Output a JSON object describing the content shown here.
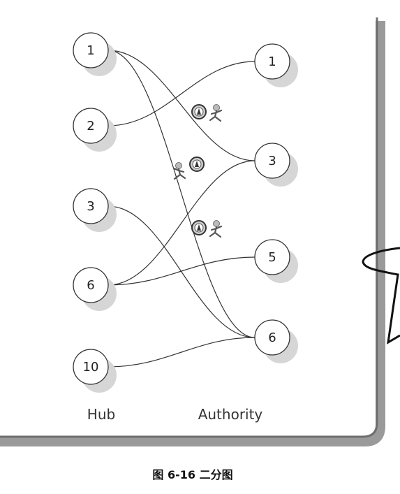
{
  "groups": {
    "hub_label": "Hub",
    "authority_label": "Authority"
  },
  "hubs": [
    {
      "id": "h1",
      "label": "1"
    },
    {
      "id": "h2",
      "label": "2"
    },
    {
      "id": "h3",
      "label": "3"
    },
    {
      "id": "h6",
      "label": "6"
    },
    {
      "id": "h10",
      "label": "10"
    }
  ],
  "authorities": [
    {
      "id": "a1",
      "label": "1"
    },
    {
      "id": "a3",
      "label": "3"
    },
    {
      "id": "a5",
      "label": "5"
    },
    {
      "id": "a6",
      "label": "6"
    }
  ],
  "edges": [
    {
      "from": "h1",
      "to": "a3"
    },
    {
      "from": "h1",
      "to": "a6"
    },
    {
      "from": "h2",
      "to": "a1"
    },
    {
      "from": "h3",
      "to": "a6"
    },
    {
      "from": "h6",
      "to": "a3"
    },
    {
      "from": "h6",
      "to": "a5"
    },
    {
      "from": "h10",
      "to": "a6"
    }
  ],
  "caption": "图 6-16   二分图",
  "colors": {
    "frame_shadow": "#8a8a8a",
    "node_shadow": "#d6d6d6",
    "stroke": "#333333"
  },
  "icons": [
    {
      "name": "compass-runner-icon"
    },
    {
      "name": "runner-compass-icon"
    },
    {
      "name": "compass-runner-icon"
    }
  ]
}
